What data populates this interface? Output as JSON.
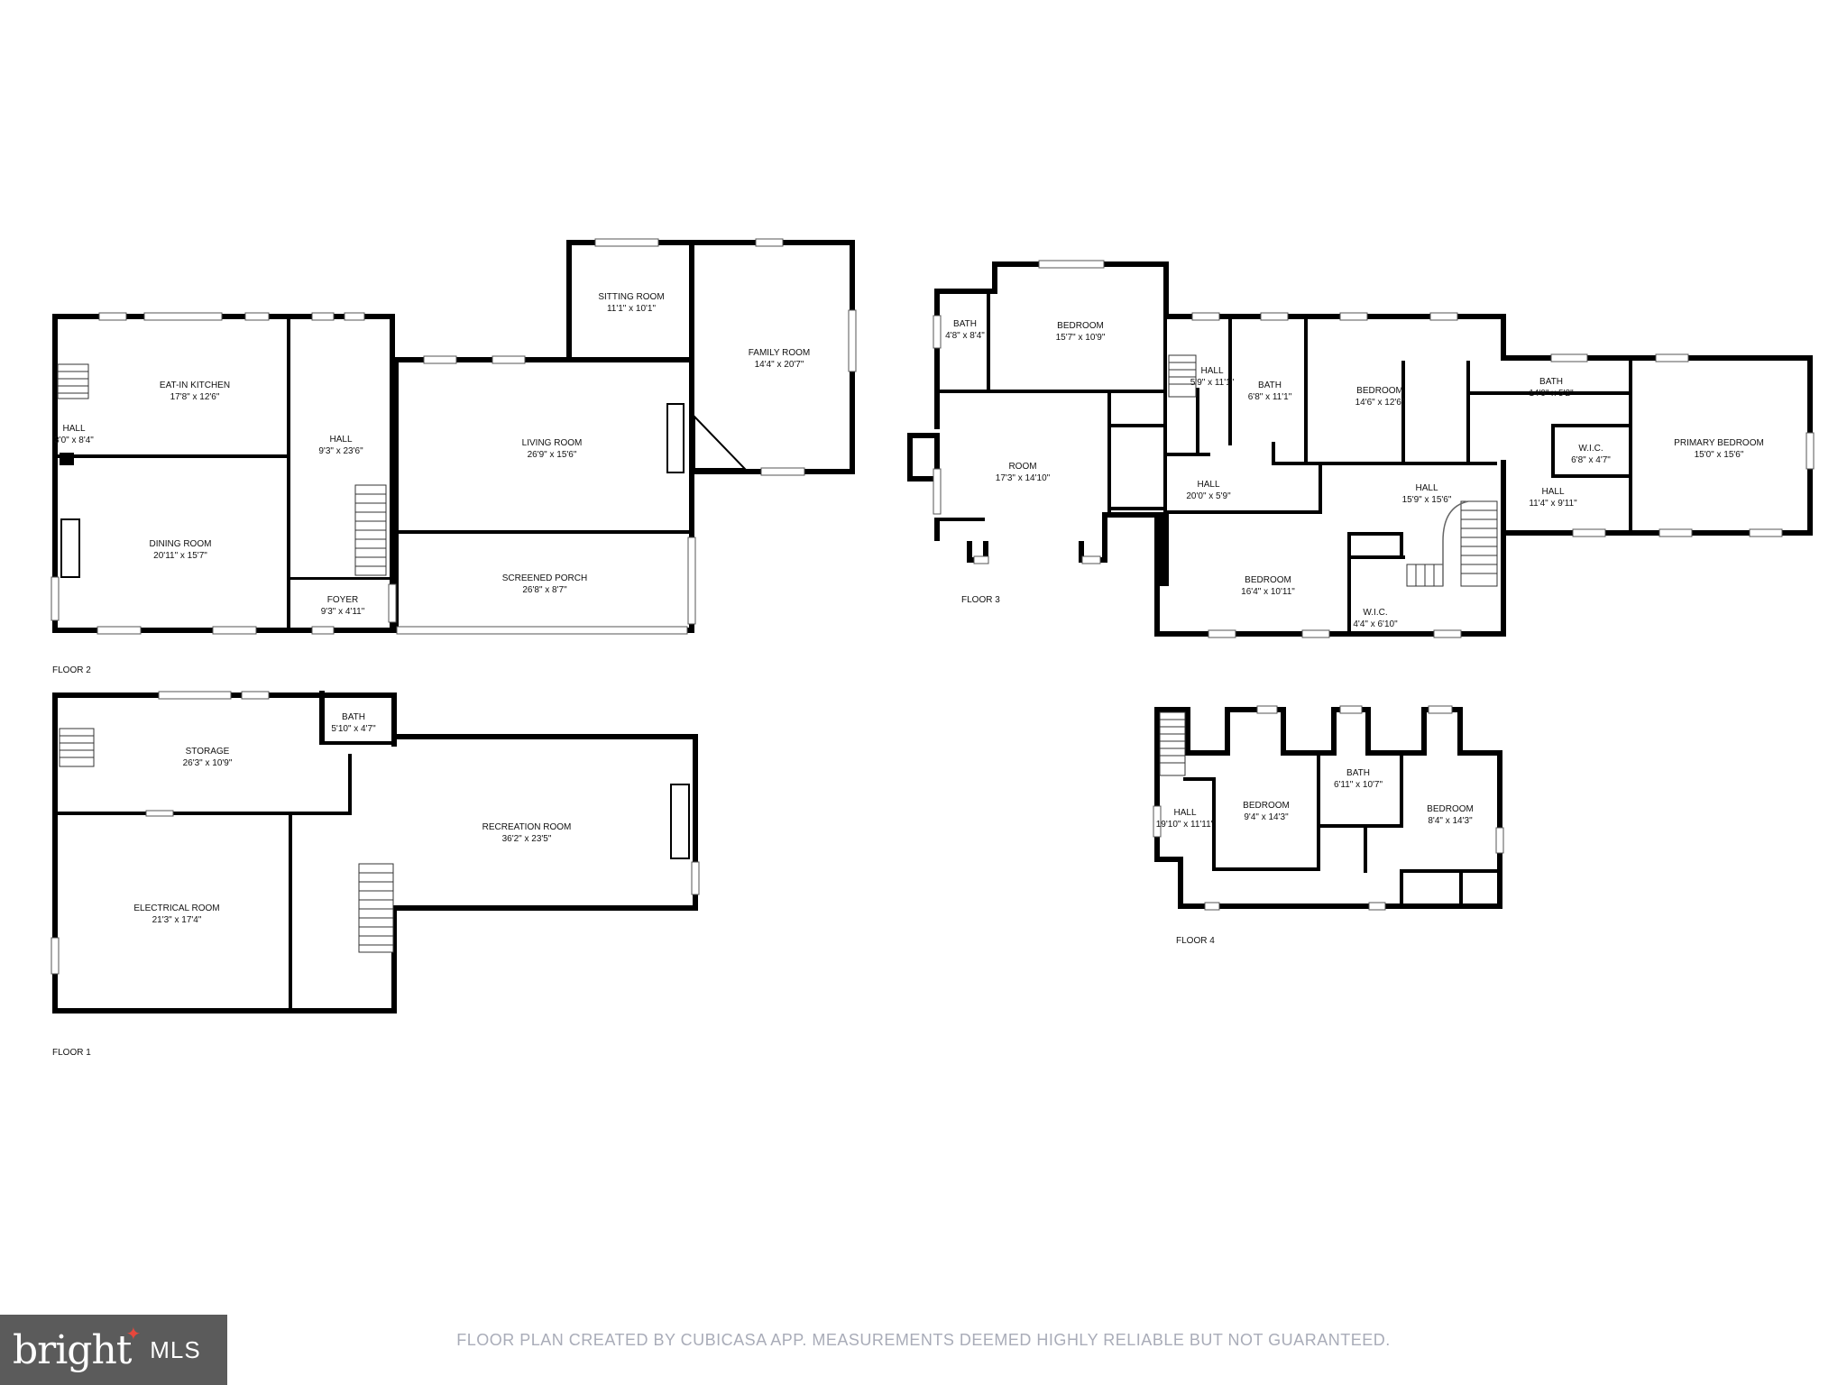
{
  "floors": [
    {
      "id": "floor-2",
      "label": "FLOOR 2",
      "rooms": [
        {
          "name": "EAT-IN KITCHEN",
          "dims": "17'8\" x 12'6\""
        },
        {
          "name": "HALL",
          "dims": "3'0\" x 8'4\""
        },
        {
          "name": "HALL",
          "dims": "9'3\" x 23'6\""
        },
        {
          "name": "DINING ROOM",
          "dims": "20'11\" x 15'7\""
        },
        {
          "name": "SITTING ROOM",
          "dims": "11'1\" x 10'1\""
        },
        {
          "name": "FAMILY ROOM",
          "dims": "14'4\" x 20'7\""
        },
        {
          "name": "LIVING ROOM",
          "dims": "26'9\" x 15'6\""
        },
        {
          "name": "SCREENED PORCH",
          "dims": "26'8\" x 8'7\""
        },
        {
          "name": "FOYER",
          "dims": "9'3\" x 4'11\""
        }
      ]
    },
    {
      "id": "floor-1",
      "label": "FLOOR 1",
      "rooms": [
        {
          "name": "STORAGE",
          "dims": "26'3\" x 10'9\""
        },
        {
          "name": "BATH",
          "dims": "5'10\" x 4'7\""
        },
        {
          "name": "RECREATION ROOM",
          "dims": "36'2\" x 23'5\""
        },
        {
          "name": "ELECTRICAL ROOM",
          "dims": "21'3\" x 17'4\""
        }
      ]
    },
    {
      "id": "floor-3",
      "label": "FLOOR 3",
      "rooms": [
        {
          "name": "BATH",
          "dims": "4'8\" x 8'4\""
        },
        {
          "name": "BEDROOM",
          "dims": "15'7\" x 10'9\""
        },
        {
          "name": "ROOM",
          "dims": "17'3\" x 14'10\""
        },
        {
          "name": "HALL",
          "dims": "5'9\" x 11'1\""
        },
        {
          "name": "BATH",
          "dims": "6'8\" x 11'1\""
        },
        {
          "name": "BEDROOM",
          "dims": "14'6\" x 12'6\""
        },
        {
          "name": "HALL",
          "dims": "20'0\" x 5'9\""
        },
        {
          "name": "HALL",
          "dims": "15'9\" x 15'6\""
        },
        {
          "name": "BEDROOM",
          "dims": "16'4\" x 10'11\""
        },
        {
          "name": "W.I.C.",
          "dims": "4'4\" x 6'10\""
        },
        {
          "name": "BATH",
          "dims": "14'9\" x 5'2\""
        },
        {
          "name": "W.I.C.",
          "dims": "6'8\" x 4'7\""
        },
        {
          "name": "HALL",
          "dims": "11'4\" x 9'11\""
        },
        {
          "name": "PRIMARY BEDROOM",
          "dims": "15'0\" x 15'6\""
        }
      ]
    },
    {
      "id": "floor-4",
      "label": "FLOOR 4",
      "rooms": [
        {
          "name": "HALL",
          "dims": "19'10\" x 11'11\""
        },
        {
          "name": "BEDROOM",
          "dims": "9'4\" x 14'3\""
        },
        {
          "name": "BATH",
          "dims": "6'11\" x 10'7\""
        },
        {
          "name": "BEDROOM",
          "dims": "8'4\" x 14'3\""
        }
      ]
    }
  ],
  "disclaimer": "FLOOR PLAN CREATED BY CUBICASA APP. MEASUREMENTS DEEMED HIGHLY RELIABLE BUT NOT GUARANTEED.",
  "logo": {
    "brand": "bright",
    "suffix": "MLS",
    "symbol": "✦"
  }
}
